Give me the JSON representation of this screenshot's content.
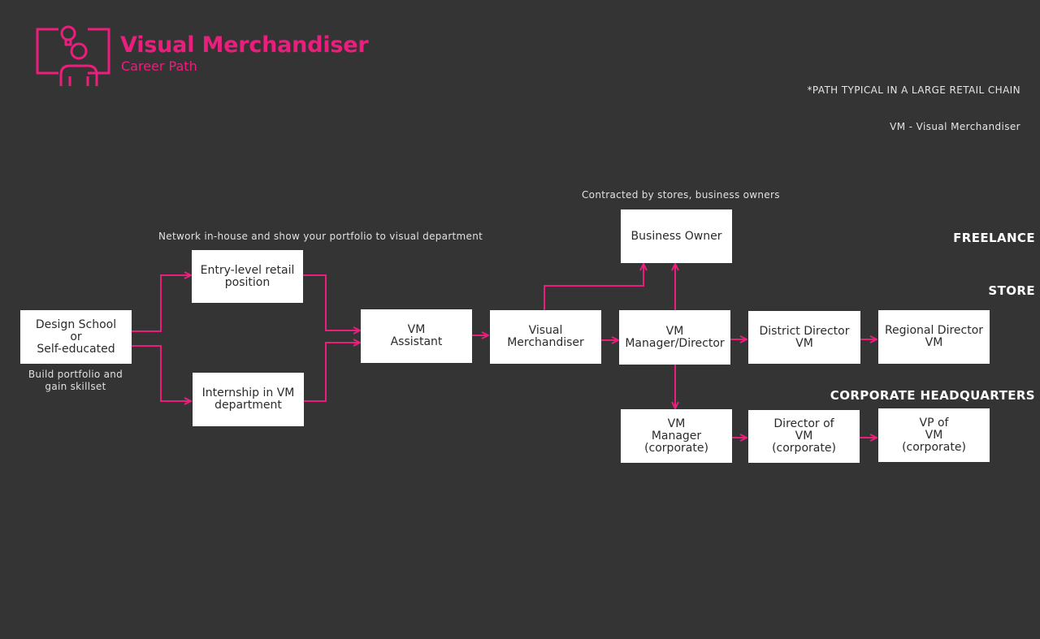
{
  "header": {
    "title": "Visual Merchandiser",
    "subtitle": "Career Path",
    "logo_icon": "person-presenting-lightbulb-icon"
  },
  "notes": {
    "typical_path": "*PATH TYPICAL IN A LARGE RETAIL CHAIN",
    "abbreviation": "VM - Visual Merchandiser"
  },
  "tiers": {
    "freelance": "FREELANCE",
    "store": "STORE",
    "corporate": "CORPORATE HEADQUARTERS"
  },
  "captions": {
    "network": "Network in-house and show your portfolio to visual department",
    "contracted": "Contracted by stores, business owners",
    "build": "Build portfolio and\ngain skillset"
  },
  "nodes": {
    "design_school": "Design School\nor\nSelf-educated",
    "entry_level": "Entry-level retail\nposition",
    "internship": "Internship in VM\ndepartment",
    "vm_assistant": "VM\nAssistant",
    "visual_merchandiser": "Visual\nMerchandiser",
    "business_owner": "Business Owner",
    "vm_manager_director": "VM\nManager/Director",
    "district_director": "District Director\nVM",
    "regional_director": "Regional Director\nVM",
    "vm_manager_corporate": "VM\nManager\n(corporate)",
    "director_of_vm": "Director of\nVM\n(corporate)",
    "vp_of_vm": "VP of\nVM\n(corporate)"
  },
  "colors": {
    "background": "#343434",
    "accent": "#ec1e7d",
    "box": "#ffffff"
  }
}
